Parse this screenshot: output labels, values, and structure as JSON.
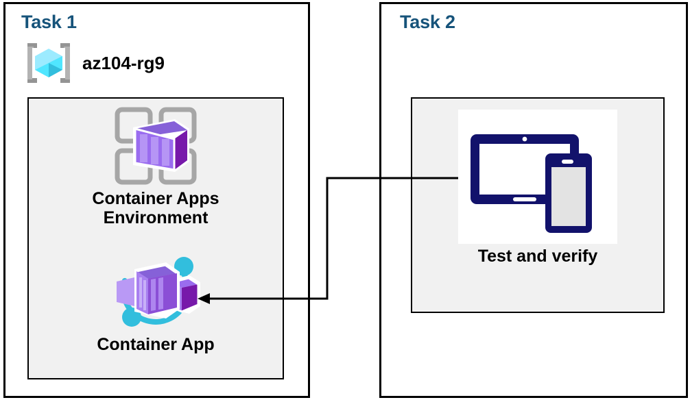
{
  "diagram": {
    "title_color": "#16537A",
    "panel_fill": "#f1f1f1",
    "border_color": "#000000",
    "connector_color": "#000000"
  },
  "task1": {
    "title": "Task 1",
    "resource_group": {
      "icon": "resource-group-icon",
      "label": "az104-rg9"
    },
    "nodes": [
      {
        "icon": "container-apps-environment-icon",
        "label": "Container Apps\nEnvironment"
      },
      {
        "icon": "container-app-icon",
        "label": "Container App"
      }
    ]
  },
  "task2": {
    "title": "Task 2",
    "nodes": [
      {
        "icon": "test-and-verify-devices-icon",
        "label": "Test and verify"
      }
    ]
  },
  "connector": {
    "name": "test-to-container-app-arrow",
    "from": "Test and verify",
    "to": "Container App",
    "direction": "left",
    "style": "elbow"
  },
  "colors": {
    "azure_purple_light": "#a87ff0",
    "azure_purple_mid": "#8661d8",
    "azure_purple_dark": "#7719aa",
    "cyan_accent": "#32bedd",
    "cube_light": "#9cebff",
    "gray_bracket": "#949494",
    "navy_device": "#12126b"
  }
}
